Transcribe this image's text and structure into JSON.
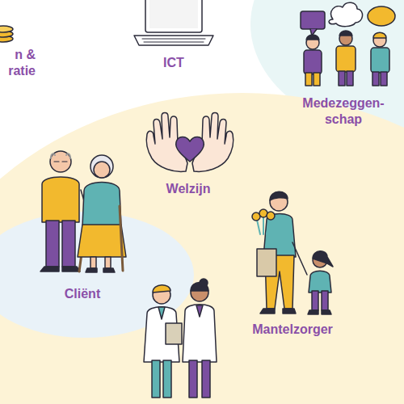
{
  "diagram": {
    "labels": [
      "n & ratie",
      "ICT",
      "Medezeggen- schap",
      "Welzijn",
      "Cliënt",
      "Mantelzorger"
    ]
  }
}
